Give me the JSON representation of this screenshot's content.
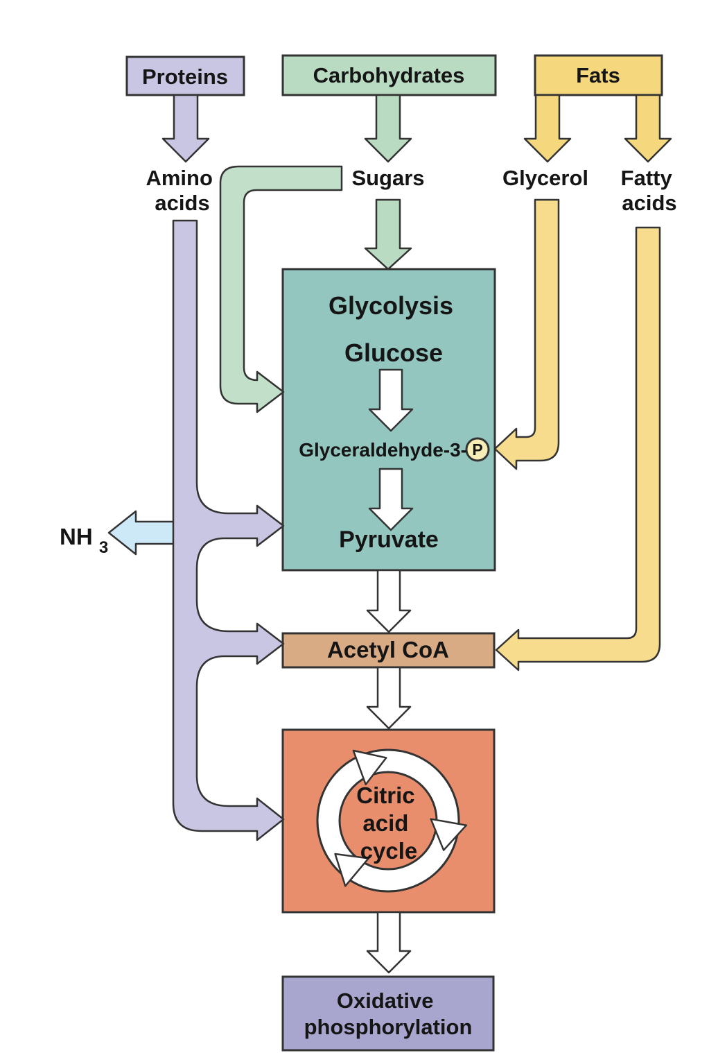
{
  "colors": {
    "outline": "#333333",
    "proteins_fill": "#c9c6e3",
    "carbohydrates_fill": "#b9dbc2",
    "fats_fill": "#f5d87e",
    "glycolysis_fill": "#93c6bf",
    "acetyl_fill": "#d9ab84",
    "citric_fill": "#e88e6c",
    "oxphos_fill": "#a8a6ce",
    "amino_pipe_fill": "#c9c6e3",
    "sugar_pipe_fill": "#c2dfc9",
    "fat_pipe_fill": "#f6dc8c",
    "nh3_fill": "#cde9f8",
    "white_arrow_fill": "#ffffff",
    "phosphate_fill": "#f6eeb6"
  },
  "sources": {
    "proteins": "Proteins",
    "carbohydrates": "Carbohydrates",
    "fats": "Fats"
  },
  "intermediates": {
    "amino_acids": [
      "Amino",
      "acids"
    ],
    "sugars": "Sugars",
    "glycerol": "Glycerol",
    "fatty_acids": [
      "Fatty",
      "acids"
    ],
    "nh3": {
      "base": "NH",
      "sub": "3"
    }
  },
  "glycolysis": {
    "title": "Glycolysis",
    "glucose": "Glucose",
    "glyceraldehyde": "Glyceraldehyde-3-",
    "phosphate": "P",
    "pyruvate": "Pyruvate"
  },
  "acetyl_coa": {
    "label": "Acetyl CoA"
  },
  "citric_acid_cycle": {
    "lines": [
      "Citric",
      "acid",
      "cycle"
    ]
  },
  "oxidative_phosphorylation": {
    "lines": [
      "Oxidative",
      "phosphorylation"
    ]
  }
}
